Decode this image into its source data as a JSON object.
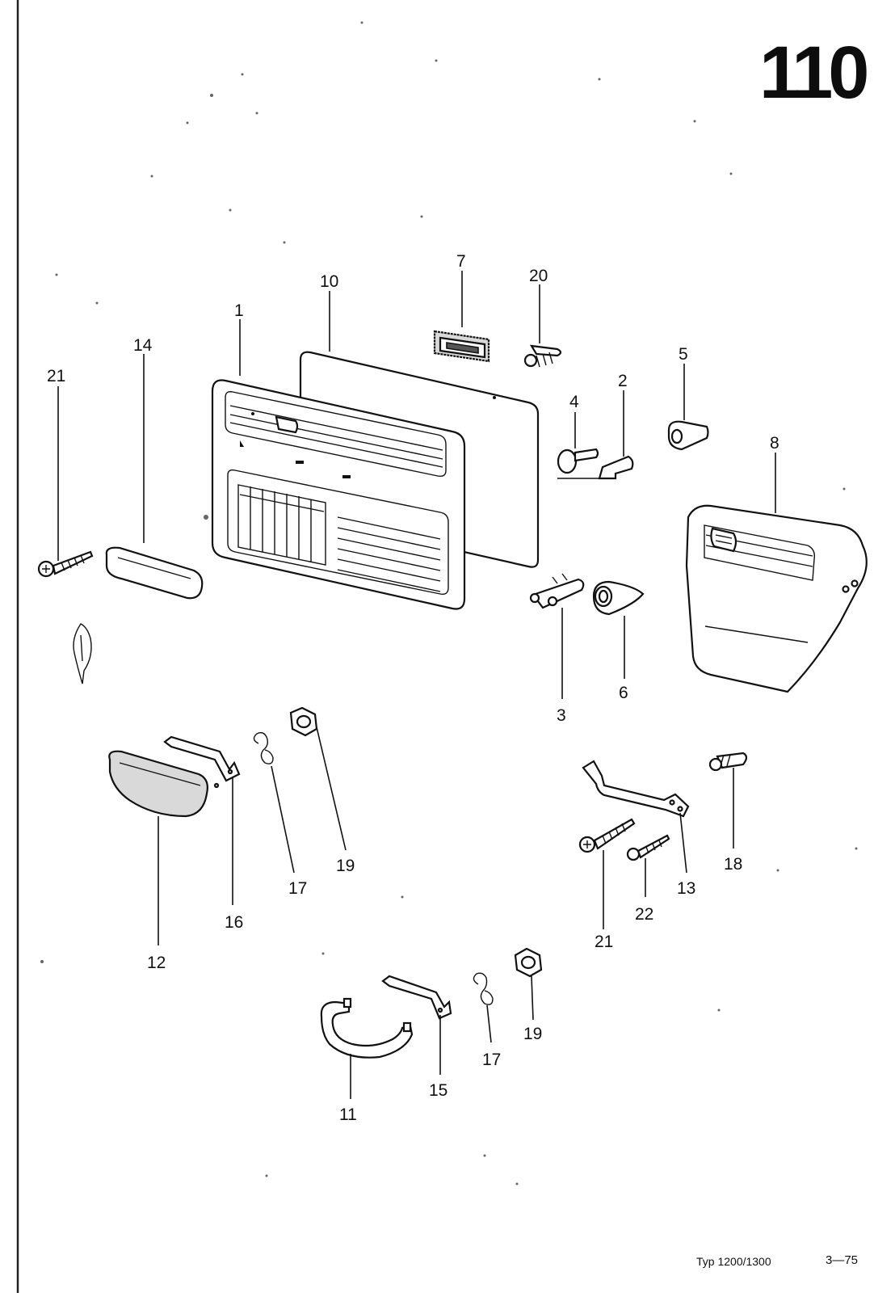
{
  "page_number": "110",
  "footer": {
    "type_label": "Typ 1200/1300",
    "page_ref": "3—75"
  },
  "callouts": {
    "p1": "1",
    "p2": "2",
    "p3": "3",
    "p4": "4",
    "p5": "5",
    "p6": "6",
    "p7": "7",
    "p8": "8",
    "p10": "10",
    "p11": "11",
    "p12": "12",
    "p13": "13",
    "p14": "14",
    "p15": "15",
    "p16": "16",
    "p17a": "17",
    "p17b": "17",
    "p18": "18",
    "p19a": "19",
    "p19b": "19",
    "p20": "20",
    "p21a": "21",
    "p21b": "21",
    "p22": "22"
  }
}
